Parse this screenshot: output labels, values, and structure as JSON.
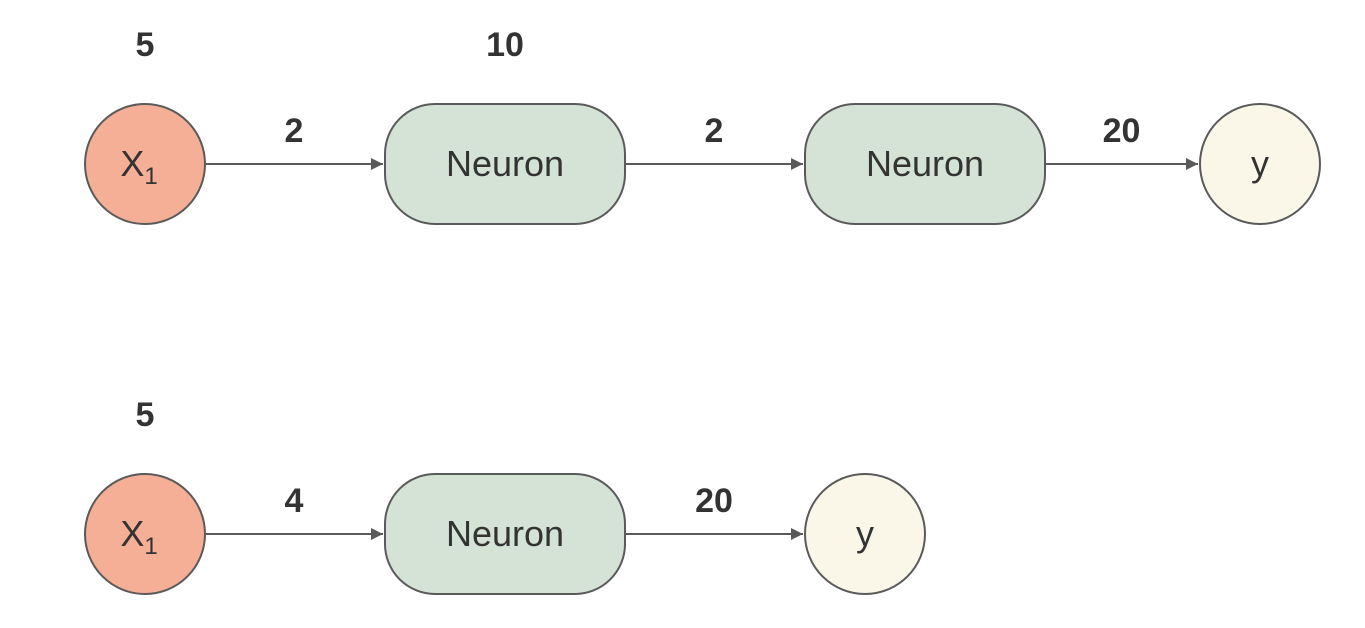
{
  "colors": {
    "input_fill": "#f4af96",
    "neuron_fill": "#d4e3d5",
    "output_fill": "#faf7e8",
    "stroke": "#5a5a5a",
    "text": "#333333"
  },
  "diagrams": [
    {
      "nodes": [
        {
          "type": "input",
          "label": "X",
          "subscript": "1",
          "value_above": "5"
        },
        {
          "type": "neuron",
          "label": "Neuron",
          "value_above": "10"
        },
        {
          "type": "neuron",
          "label": "Neuron",
          "value_above": ""
        },
        {
          "type": "output",
          "label": "y",
          "value_above": ""
        }
      ],
      "edges": [
        {
          "label": "2"
        },
        {
          "label": "2"
        },
        {
          "label": "20"
        }
      ]
    },
    {
      "nodes": [
        {
          "type": "input",
          "label": "X",
          "subscript": "1",
          "value_above": "5"
        },
        {
          "type": "neuron",
          "label": "Neuron",
          "value_above": ""
        },
        {
          "type": "output",
          "label": "y",
          "value_above": ""
        }
      ],
      "edges": [
        {
          "label": "4"
        },
        {
          "label": "20"
        }
      ]
    }
  ]
}
